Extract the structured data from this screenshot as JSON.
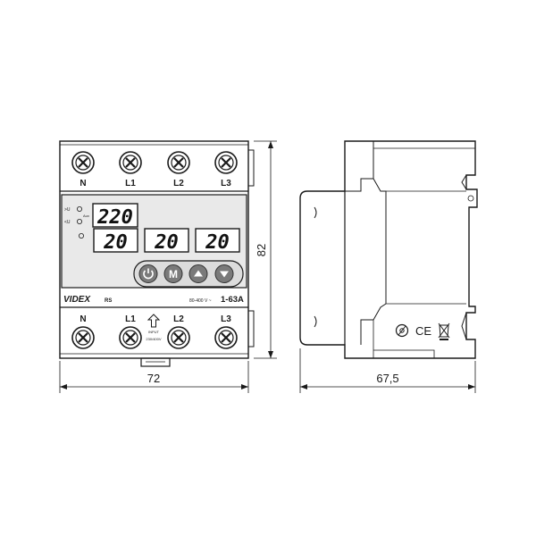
{
  "front_view": {
    "top_terminals": [
      "N",
      "L1",
      "L2",
      "L3"
    ],
    "bottom_terminals": [
      "N",
      "L1",
      "L2",
      "L3"
    ],
    "display_voltage": "220",
    "display_currents": [
      "20",
      "20",
      "20"
    ],
    "indicator_labels": [
      ">U",
      "<U",
      "Aux"
    ],
    "brand": "VIDEX",
    "brand_suffix": "RS",
    "voltage_range": "80-400 V ~",
    "current_range": "1-63A",
    "input_label": "INPUT",
    "input_voltage": "230/400V",
    "buttons": [
      "power-icon",
      "M",
      "up-arrow-icon",
      "down-arrow-icon"
    ]
  },
  "side_view": {
    "marks": [
      "earth-mark-icon",
      "CE",
      "weee-bin-icon"
    ]
  },
  "dimensions": {
    "width": "72",
    "height": "82",
    "depth": "67,5"
  }
}
